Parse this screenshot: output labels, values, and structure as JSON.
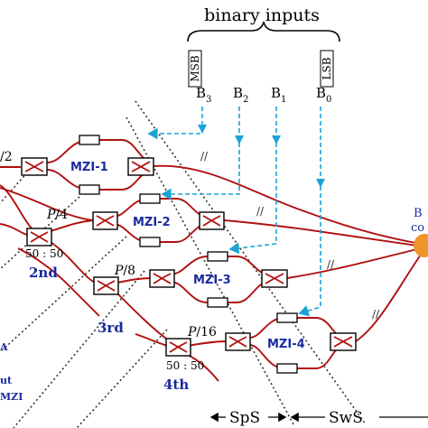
{
  "header": {
    "binary_inputs": "binary inputs"
  },
  "bits": {
    "msb_tag": "MSB",
    "lsb_tag": "LSB",
    "b3": "B",
    "b3_sub": "3",
    "b2": "B",
    "b2_sub": "2",
    "b1": "B",
    "b1_sub": "1",
    "b0": "B",
    "b0_sub": "0"
  },
  "mzis": {
    "mzi1": "MZI-1",
    "mzi2": "MZI-2",
    "mzi3": "MZI-3",
    "mzi4": "MZI-4"
  },
  "splits": {
    "p2": "/2",
    "p4_p": "P",
    "p4_r": "/4",
    "p8_p": "P",
    "p8_r": "/8",
    "p16_p": "P",
    "p16_r": "/16"
  },
  "couplers": {
    "c1": "50 : 50",
    "c2": "50 : 50"
  },
  "stages": {
    "s2": "2nd",
    "s3": "3rd",
    "s4": "4th"
  },
  "breaks": {
    "b1": "//",
    "b2": "//",
    "b3": "//",
    "b4": "//"
  },
  "regions": {
    "sps": "SpS",
    "sws": "SwS"
  },
  "edge_text": {
    "right_top": "B",
    "right_mid": "co",
    "left_a": "A",
    "left_ut": "ut",
    "left_mzi": "MZI"
  },
  "colors": {
    "fiber": "#b01010",
    "control": "#1aa3d6",
    "label_blue": "#1a2aa0",
    "combiner": "#f0952a"
  }
}
